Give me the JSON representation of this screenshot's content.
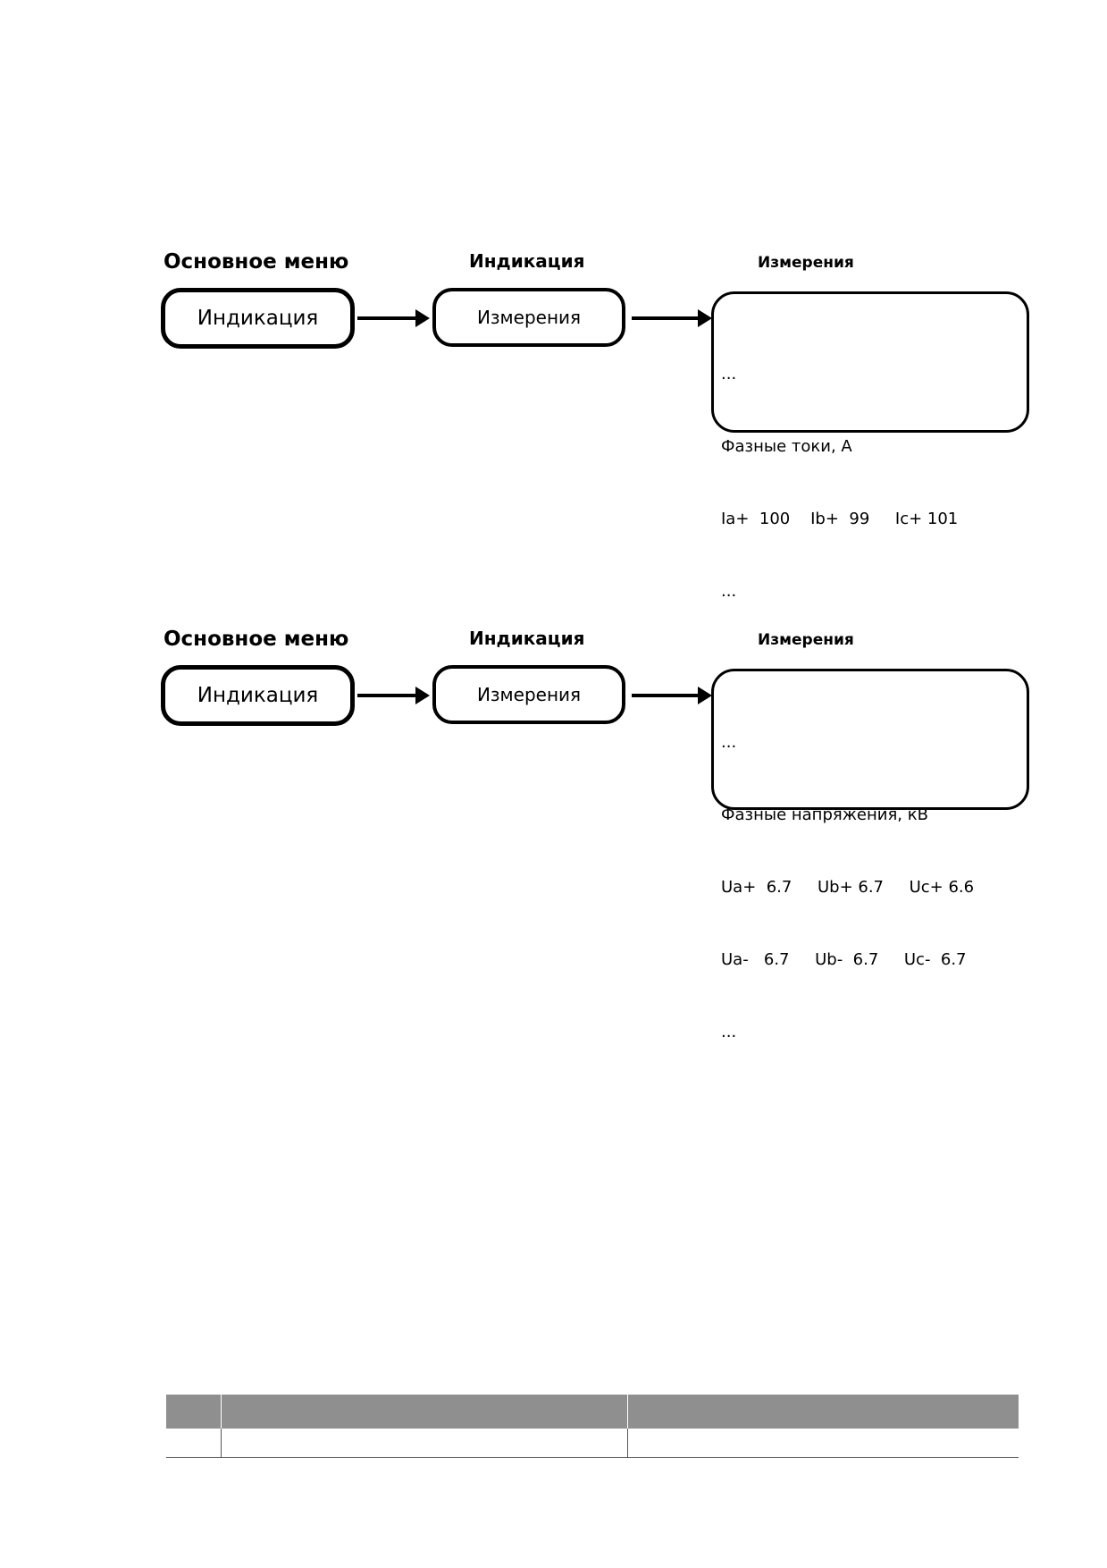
{
  "diagrams": [
    {
      "main_menu_title": "Основное меню",
      "main_menu_item": "Индикация",
      "indication_title": "Индикация",
      "indication_item": "Измерения",
      "measurements_title": "Измерения",
      "screen_lines": [
        "...",
        "Фазные токи, А",
        "Ia+  100    Ib+  99     Ic+ 101",
        "..."
      ]
    },
    {
      "main_menu_title": "Основное меню",
      "main_menu_item": "Индикация",
      "indication_title": "Индикация",
      "indication_item": "Измерения",
      "measurements_title": "Измерения",
      "screen_lines": [
        "...",
        "Фазные напряжения, кВ",
        "Ua+  6.7     Ub+ 6.7     Uc+ 6.6",
        "Ua-   6.7     Ub-  6.7     Uc-  6.7",
        "..."
      ]
    }
  ],
  "table": {
    "header_cells": [
      "",
      "",
      ""
    ],
    "rows": [
      [
        "",
        "",
        ""
      ]
    ]
  }
}
